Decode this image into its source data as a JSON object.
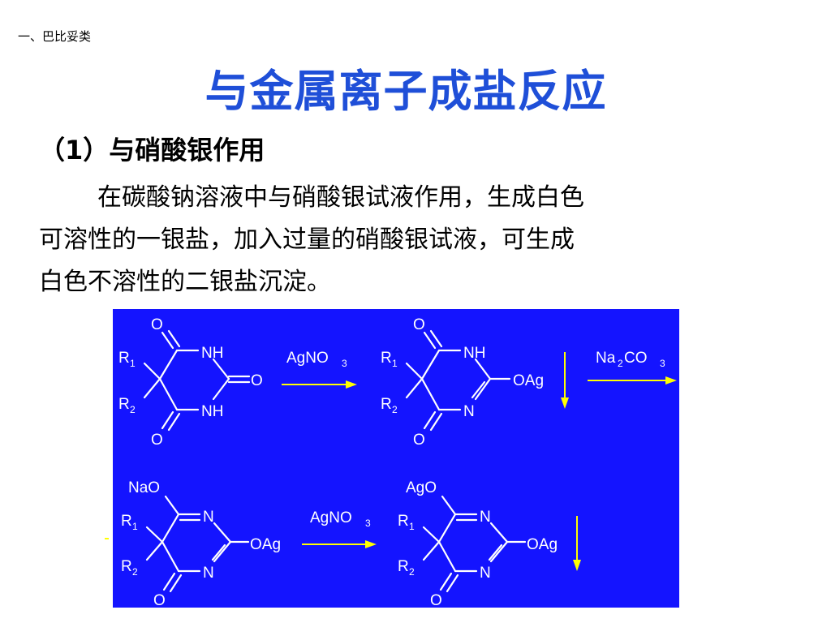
{
  "section_label": "一、巴比妥类",
  "title": "与金属离子成盐反应",
  "subheading": "（1）与硝酸银作用",
  "paragraph_lines": [
    "在碳酸钠溶液中与硝酸银试液作用，生成白色",
    "可溶性的一银盐，加入过量的硝酸银试液，可生成",
    "白色不溶性的二银盐沉淀。"
  ],
  "colors": {
    "title": "#1f4fd8",
    "panel_background": "#1414ff",
    "bond_and_label": "#ffffff",
    "arrow": "#ffff00",
    "text": "#000000"
  },
  "scheme": {
    "reagent_1": "AgNO",
    "reagent_1_sub": "3",
    "reagent_2": "Na",
    "reagent_2_sub_a": "2",
    "reagent_2_mid": "CO",
    "reagent_2_sub_b": "3",
    "reagent_3": "AgNO",
    "reagent_3_sub": "3",
    "structures": [
      {
        "name": "barbiturate",
        "O_top": "O",
        "NH_top": "NH",
        "O_right": "O",
        "NH_bottom": "NH",
        "O_bottom": "O",
        "R1": "R",
        "R1_sub": "1",
        "R2": "R",
        "R2_sub": "2"
      },
      {
        "name": "mono-silver-salt",
        "O_top": "O",
        "NH_top": "NH",
        "OAg": "OAg",
        "N_bottom": "N",
        "O_bottom": "O",
        "R1": "R",
        "R1_sub": "1",
        "R2": "R",
        "R2_sub": "2"
      },
      {
        "name": "sodium-silver-salt",
        "NaO": "NaO",
        "N_top": "N",
        "OAg": "OAg",
        "N_bottom": "N",
        "O_bottom": "O",
        "R1": "R",
        "R1_sub": "1",
        "R2": "R",
        "R2_sub": "2"
      },
      {
        "name": "disilver-salt",
        "AgO": "AgO",
        "N_top": "N",
        "OAg": "OAg",
        "N_bottom": "N",
        "O_bottom": "O",
        "R1": "R",
        "R1_sub": "1",
        "R2": "R",
        "R2_sub": "2"
      }
    ]
  }
}
